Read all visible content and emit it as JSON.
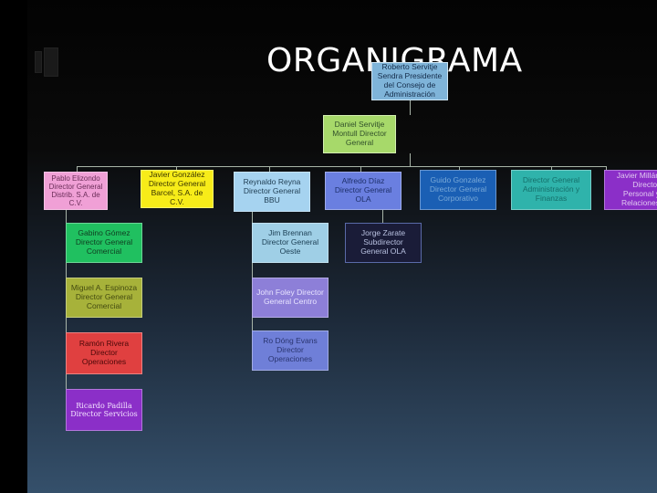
{
  "title": "ORGANIGRAMA",
  "colors": {
    "president": "#7fb4d9",
    "general_director": "#a7d96a",
    "pink": "#f0a0d6",
    "yellow": "#f7ec19",
    "light_blue": "#a6d3f0",
    "cornflower": "#6a7fe0",
    "blue": "#1a5fb4",
    "teal": "#2fb3ab",
    "green": "#20c060",
    "pale_blue": "#9fcfe6",
    "olive": "#a7b23a",
    "red": "#e04040",
    "lilac": "#8d7fd8",
    "periwinkle": "#6f7fd8",
    "purple": "#8b2fc8",
    "sky": "#64a8dc",
    "orange_brown": "#b67838"
  },
  "nodes": {
    "president": "Roberto Servitje Sendra Presidente del Consejo de Administración",
    "general_director": "Daniel Servitje Montull Director General",
    "pablo": "Pablo Elizondo Director General Distrib. S.A. de C.V.",
    "gabino": "Gabino Gómez Director General Comercial",
    "miguel": "Miguel A. Espinoza Director General Comercial",
    "ramon": "Ramón Rivera Director Operaciones",
    "ricardo": "Ricardo Padilla Director Servicios",
    "javier_g": "Javier González Director General Barcel, S.A. de C.V.",
    "reynaldo": "Reynaldo Reyna Director General BBU",
    "jim": "Jim Brennan Director General Oeste",
    "john": "John Foley Director General Centro",
    "ovdirectores": "Ro Dóng Evans Director Operaciones",
    "alfredo": "Alfredo Díaz Director General OLA",
    "jorge": "Jorge Zarate Subdirector General OLA",
    "corp": "Guido Gonzalez Director General Corporativo",
    "admin": "Director General Administración y Finanzas",
    "javier_m": "Javier Millán Director Personal y Relaciones"
  }
}
